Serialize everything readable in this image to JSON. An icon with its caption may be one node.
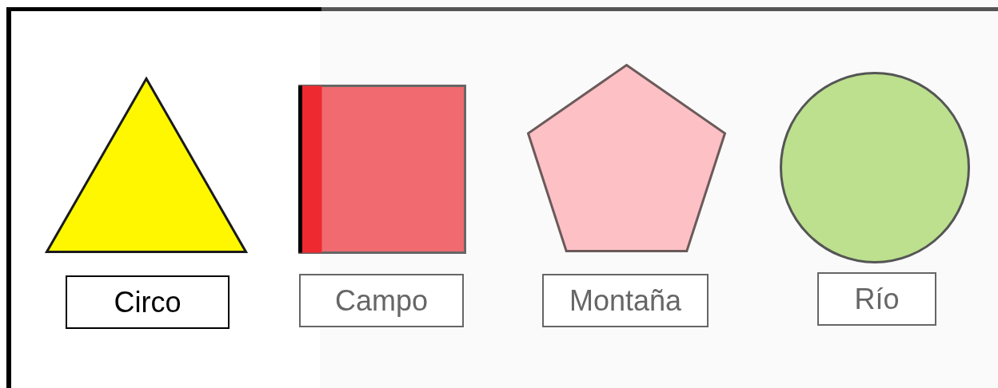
{
  "diagram": {
    "nodes": [
      {
        "text": [],
        "shape": "triangle"
      },
      {
        "text": [],
        "shape": "box"
      },
      {
        "text": [],
        "shape": "pentagon"
      },
      {
        "text": [],
        "shape": "circle"
      },
      {
        "text": [
          "Circo"
        ]
      },
      {
        "text": [
          "Campo"
        ]
      },
      {
        "text": [
          "Montaña"
        ]
      },
      {
        "text": [
          "Río"
        ]
      }
    ]
  }
}
